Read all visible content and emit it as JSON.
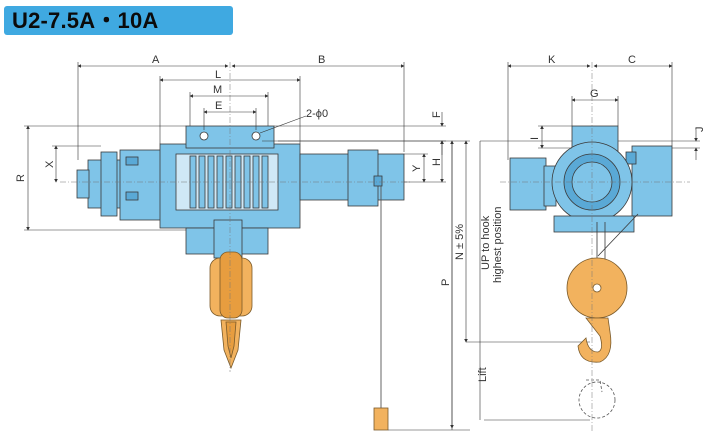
{
  "title": "U2-7.5A・10A",
  "labels": {
    "A": "A",
    "B": "B",
    "L": "L",
    "M": "M",
    "E": "E",
    "two_phi": "2-ϕ0",
    "F": "F",
    "H": "H",
    "Y": "Y",
    "X": "X",
    "R": "R",
    "N": "N ± 5%",
    "P": "P",
    "up_to_hook_1": "UP to hook",
    "up_to_hook_2": "highest position",
    "Lift": "Lift",
    "K": "K",
    "C": "C",
    "G": "G",
    "I": "I",
    "J": "J"
  },
  "colors": {
    "body": "#7fc4e8",
    "body_dark": "#5aa9d6",
    "hook": "#f2b25e",
    "hook_dark": "#d98f2f",
    "line": "#3a3a3a",
    "title_bg": "#3fa9e1"
  }
}
